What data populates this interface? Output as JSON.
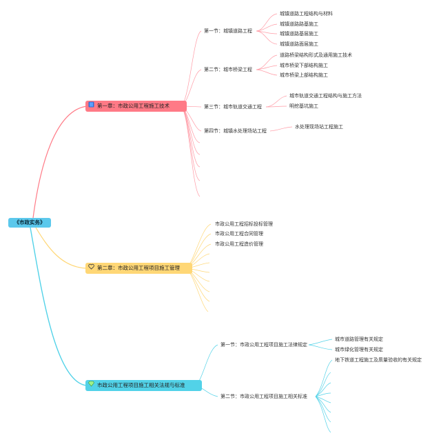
{
  "root": {
    "label": "《市政实务》"
  },
  "chapters": [
    {
      "label": "第一章：市政公用工程施工技术",
      "icon": "book-icon",
      "color": "#ff7a86",
      "sections": [
        {
          "label": "第一节：城镇道路工程",
          "items": [
            "城镇道路工程结构与材料",
            "城镇道路路基施工",
            "城镇道路基层施工",
            "城镇道路面层施工"
          ]
        },
        {
          "label": "第二节：城市桥梁工程",
          "items": [
            "道路桥梁结构形式及通用施工技术",
            "城市桥梁下部结构施工",
            "城市桥梁上部结构施工"
          ]
        },
        {
          "label": "第三节：城市轨道交通工程",
          "items": [
            "城市轨道交通工程结构与施工方法",
            "明挖基坑施工"
          ]
        },
        {
          "label": "第四节：城镇水处理场站工程",
          "items": [
            "水处理现场站工程施工"
          ]
        }
      ]
    },
    {
      "label": "第二章：市政公用工程项目施工管理",
      "icon": "heart-icon",
      "color": "#ffd776",
      "items": [
        "市政公用工程招标投标管理",
        "市政公用工程合同管理",
        "市政公用工程造价管理"
      ]
    },
    {
      "label": "市政公用工程项目施工相关法规与标准",
      "icon": "diamond-icon",
      "color": "#52d2e8",
      "sections": [
        {
          "label": "第一节：市政公用工程项目施工法律规定",
          "items": [
            "城市道路管理有关规定",
            "城市绿化管理有关规定"
          ]
        },
        {
          "label": "第二节：市政公用工程项目施工相关标准",
          "items": [
            "地下铁道工程施工及质量验收的有关规定"
          ]
        }
      ]
    }
  ]
}
